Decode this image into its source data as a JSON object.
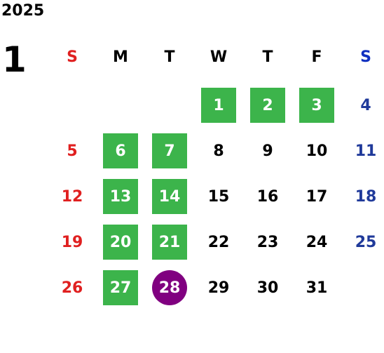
{
  "calendar": {
    "year": "2025",
    "month": "1",
    "weekdays": [
      "S",
      "M",
      "T",
      "W",
      "T",
      "F",
      "S"
    ],
    "weekday_colors": [
      "#e02020",
      "#000000",
      "#000000",
      "#000000",
      "#000000",
      "#000000",
      "#1030c0"
    ],
    "colors": {
      "sunday": "#e02020",
      "saturday": "#203a9a",
      "weekday": "#000000",
      "highlight": "#3cb44b",
      "today": "#800080"
    },
    "weeks": [
      [
        {
          "d": ""
        },
        {
          "d": ""
        },
        {
          "d": ""
        },
        {
          "d": "1",
          "hl": true
        },
        {
          "d": "2",
          "hl": true
        },
        {
          "d": "3",
          "hl": true
        },
        {
          "d": "4"
        }
      ],
      [
        {
          "d": "5"
        },
        {
          "d": "6",
          "hl": true
        },
        {
          "d": "7",
          "hl": true
        },
        {
          "d": "8"
        },
        {
          "d": "9"
        },
        {
          "d": "10"
        },
        {
          "d": "11"
        }
      ],
      [
        {
          "d": "12"
        },
        {
          "d": "13",
          "hl": true
        },
        {
          "d": "14",
          "hl": true
        },
        {
          "d": "15"
        },
        {
          "d": "16"
        },
        {
          "d": "17"
        },
        {
          "d": "18"
        }
      ],
      [
        {
          "d": "19"
        },
        {
          "d": "20",
          "hl": true
        },
        {
          "d": "21",
          "hl": true
        },
        {
          "d": "22"
        },
        {
          "d": "23"
        },
        {
          "d": "24"
        },
        {
          "d": "25"
        }
      ],
      [
        {
          "d": "26"
        },
        {
          "d": "27",
          "hl": true
        },
        {
          "d": "28",
          "today": true
        },
        {
          "d": "29"
        },
        {
          "d": "30"
        },
        {
          "d": "31"
        },
        {
          "d": ""
        }
      ]
    ]
  }
}
